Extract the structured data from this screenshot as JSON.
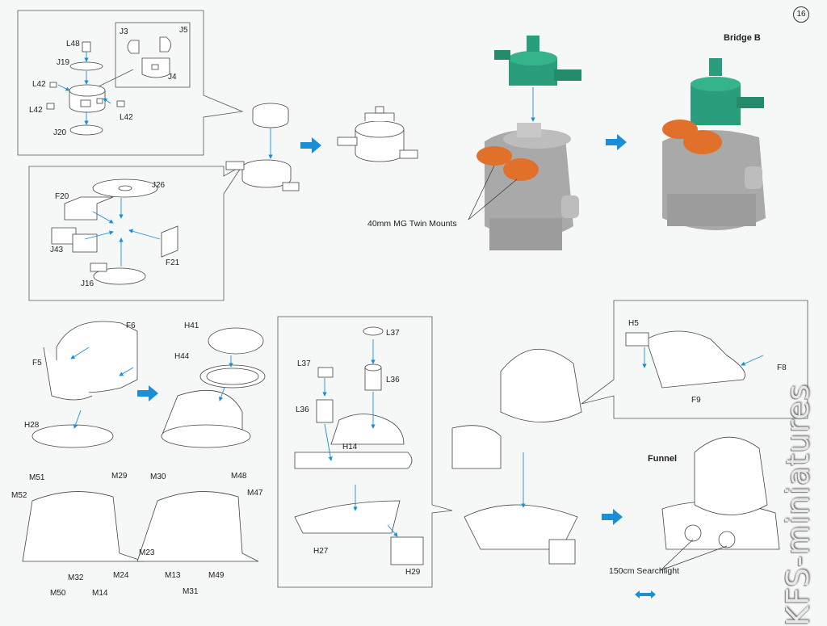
{
  "page": {
    "number": "16",
    "watermark": "KFS-miniatures"
  },
  "section_titles": {
    "bridge_b": "Bridge B",
    "funnel": "Funnel"
  },
  "callouts": {
    "mg_mounts": "40mm MG Twin Mounts",
    "searchlight": "150cm Searchlight"
  },
  "parts": {
    "L48": "L48",
    "J19": "J19",
    "L42a": "L42",
    "L42b": "L42",
    "L42c": "L42",
    "J20": "J20",
    "J3": "J3",
    "J5": "J5",
    "J4": "J4",
    "F20": "F20",
    "J26": "J26",
    "J43": "J43",
    "F21": "F21",
    "J16": "J16",
    "F6": "F6",
    "F5": "F5",
    "H28": "H28",
    "H41": "H41",
    "H44": "H44",
    "L37a": "L37",
    "L37b": "L37",
    "L36a": "L36",
    "L36b": "L36",
    "H14": "H14",
    "H27": "H27",
    "H29": "H29",
    "H5": "H5",
    "F8": "F8",
    "F9": "F9",
    "M51": "M51",
    "M52": "M52",
    "M29": "M29",
    "M50": "M50",
    "M32": "M32",
    "M14": "M14",
    "M24": "M24",
    "M30": "M30",
    "M48": "M48",
    "M47": "M47",
    "M23": "M23",
    "M13": "M13",
    "M49": "M49",
    "M31": "M31"
  },
  "colors": {
    "arrow": "#1a8fd6",
    "bridge_green": "#2a9e7c",
    "mount_orange": "#e0702a",
    "hull_grey": "#a9a9a9",
    "line": "#555555"
  }
}
